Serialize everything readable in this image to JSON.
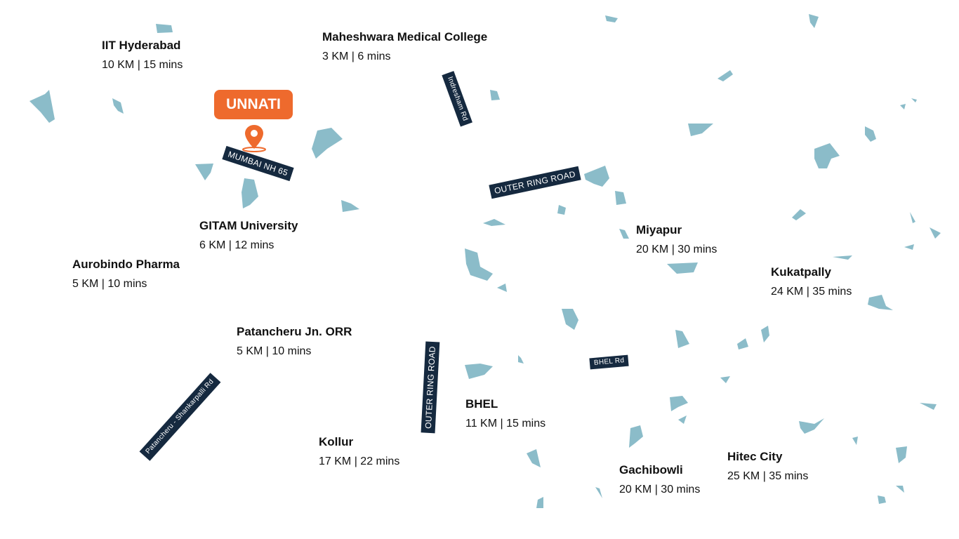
{
  "project": {
    "name": "UNNATI",
    "icon": "map-pin-icon",
    "color": "#ee6a2d"
  },
  "colors": {
    "water": "#8bbcc9",
    "road_label": "#15293f",
    "text": "#111111"
  },
  "locations": [
    {
      "id": "iit-hyderabad",
      "name": "IIT Hyderabad",
      "distance": "10 KM | 15 mins"
    },
    {
      "id": "maheshwara-medical-college",
      "name": "Maheshwara Medical College",
      "distance": "3 KM | 6 mins"
    },
    {
      "id": "gitam-university",
      "name": "GITAM University",
      "distance": "6 KM | 12 mins"
    },
    {
      "id": "aurobindo-pharma",
      "name": "Aurobindo Pharma",
      "distance": "5 KM | 10 mins"
    },
    {
      "id": "miyapur",
      "name": "Miyapur",
      "distance": "20 KM | 30 mins"
    },
    {
      "id": "kukatpally",
      "name": "Kukatpally",
      "distance": "24 KM | 35 mins"
    },
    {
      "id": "patancheru-jn-orr",
      "name": "Patancheru Jn. ORR",
      "distance": "5 KM | 10 mins"
    },
    {
      "id": "bhel",
      "name": "BHEL",
      "distance": "11 KM | 15 mins"
    },
    {
      "id": "kollur",
      "name": "Kollur",
      "distance": "17 KM | 22 mins"
    },
    {
      "id": "gachibowli",
      "name": "Gachibowli",
      "distance": "20 KM | 30 mins"
    },
    {
      "id": "hitec-city",
      "name": "Hitec City",
      "distance": "25 KM | 35 mins"
    }
  ],
  "roads": [
    {
      "id": "indresham-rd",
      "label": "Indresham Rd"
    },
    {
      "id": "mumbai-nh-65",
      "label": "MUMBAI NH 65"
    },
    {
      "id": "outer-ring-road-north",
      "label": "OUTER RING ROAD"
    },
    {
      "id": "outer-ring-road-south",
      "label": "OUTER RING ROAD"
    },
    {
      "id": "bhel-rd",
      "label": "BHEL Rd"
    },
    {
      "id": "patancheru-shankarpalli-rd",
      "label": "Patancheru - Shankarpalli Rd"
    }
  ]
}
